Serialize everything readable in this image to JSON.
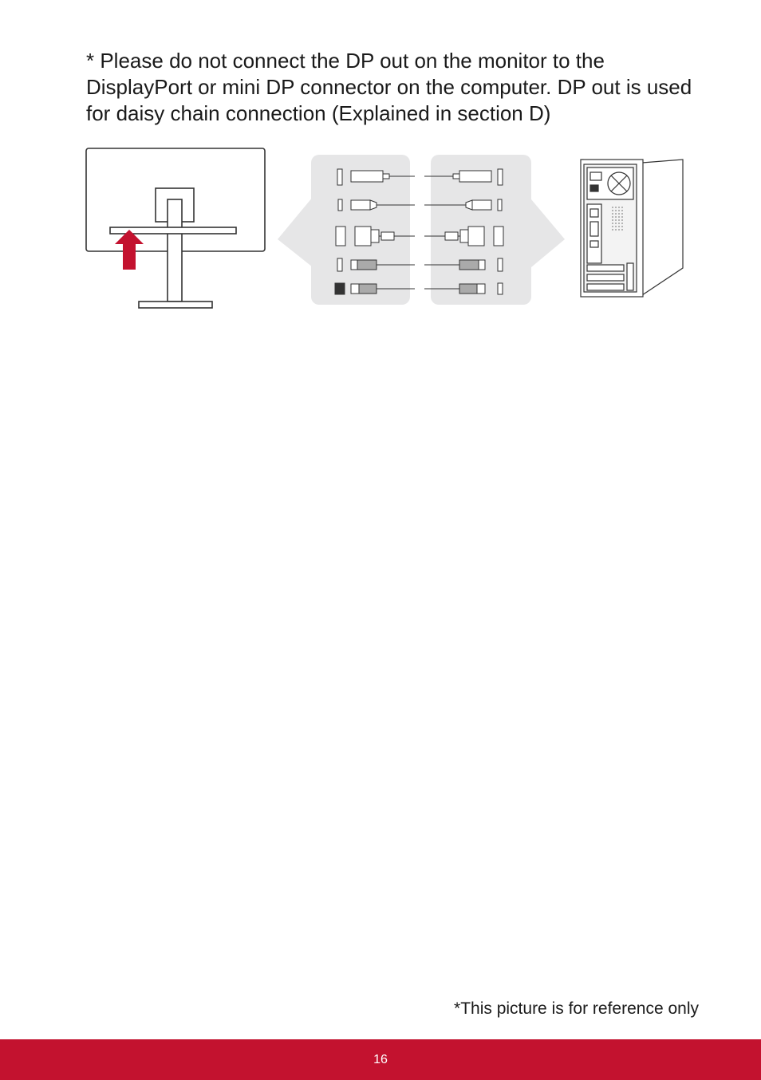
{
  "note": {
    "text": "* Please do not connect the DP out on the monitor to the DisplayPort or mini DP connector on the computer. DP out is used for daisy chain connection (Explained in section D)"
  },
  "figure": {
    "arrow_color": "#c3122f",
    "panel_color": "#e6e6e7",
    "icons": [
      "monitor-rear-icon",
      "cable-connector-icon",
      "computer-tower-icon"
    ]
  },
  "reference_note": "*This picture is for reference only",
  "footer": {
    "page_number": "16",
    "color": "#c3122f"
  }
}
